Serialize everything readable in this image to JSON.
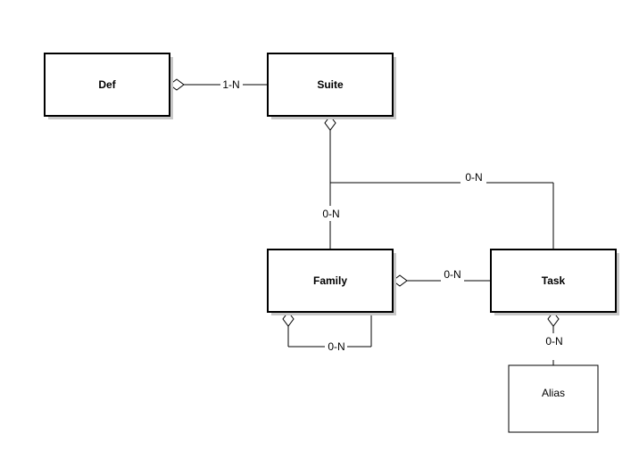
{
  "entities": {
    "def": "Def",
    "suite": "Suite",
    "family": "Family",
    "task": "Task",
    "alias": "Alias"
  },
  "relations": {
    "def_suite": "1-N",
    "suite_task": "0-N",
    "suite_family": "0-N",
    "family_task": "0-N",
    "family_self": "0-N",
    "task_alias": "0-N"
  }
}
